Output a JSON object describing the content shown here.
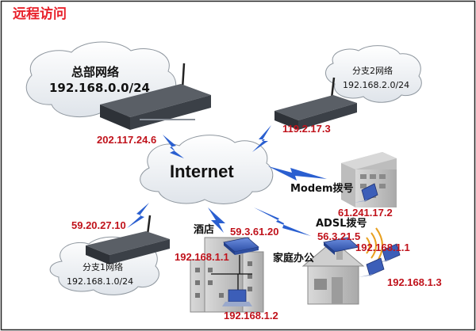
{
  "title": "远程访问",
  "colors": {
    "title": "#e8212b",
    "ip": "#c0121b",
    "cloud": "#eef1f5",
    "bolt": "#2a5fd0"
  },
  "internet_label": "Internet",
  "hq": {
    "name": "总部网络",
    "subnet": "192.168.0.0/24",
    "wan_ip": "202.117.24.6"
  },
  "branch2": {
    "name": "分支2网络",
    "subnet": "192.168.2.0/24",
    "wan_ip": "119.2.17.3"
  },
  "branch1": {
    "name": "分支1网络",
    "subnet": "192.168.1.0/24",
    "wan_ip": "59.20.27.10"
  },
  "modem": {
    "label": "Modem拨号",
    "ip": "61.241.17.2"
  },
  "hotel": {
    "label": "酒店",
    "wan_ip": "59.3.61.20",
    "lan_ip": "192.168.1.1",
    "pc_ip": "192.168.1.2"
  },
  "home": {
    "label": "家庭办公",
    "adsl_label": "ADSL拨号",
    "wan_ip": "56.3.21.5",
    "lan_ip": "192.168.1.1",
    "pc_ip": "192.168.1.3"
  }
}
